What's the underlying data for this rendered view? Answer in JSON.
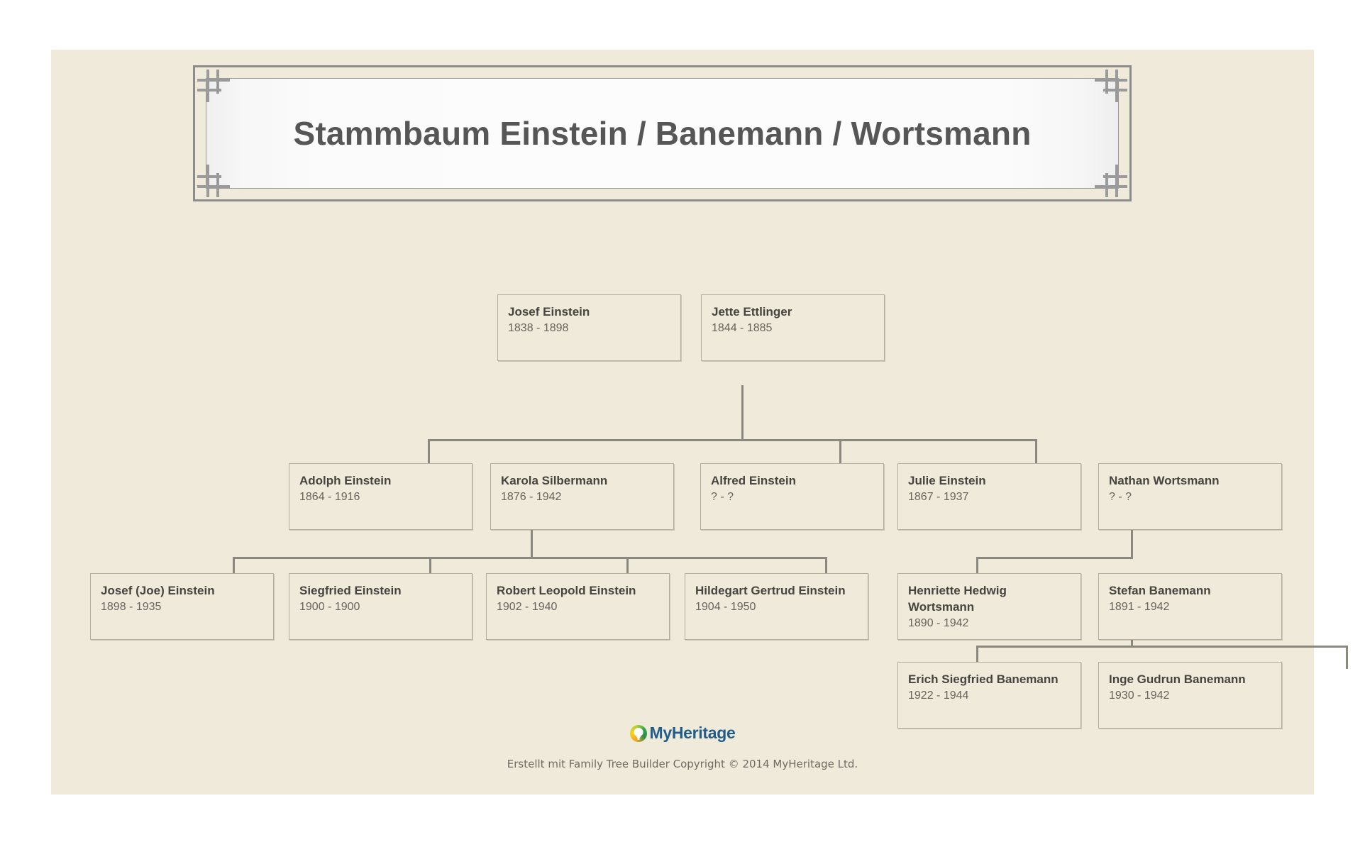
{
  "document": {
    "title": "Stammbaum Einstein / Banemann / Wortsmann",
    "background_color": "#f0eadb",
    "box_border_color": "#b3ad9d",
    "line_color": "#8b897f"
  },
  "banner": {
    "title": "Stammbaum Einstein / Banemann / Wortsmann",
    "ornament_icon": "lattice-corner-icon"
  },
  "tree": {
    "generations": [
      {
        "id": "gen-1",
        "people": [
          {
            "id": "josef-einstein",
            "name": "Josef Einstein",
            "dates": "1838 - 1898"
          },
          {
            "id": "jette-ettlinger",
            "name": "Jette Ettlinger",
            "dates": "1844 - 1885"
          }
        ]
      },
      {
        "id": "gen-2",
        "people": [
          {
            "id": "adolph-einstein",
            "name": "Adolph Einstein",
            "dates": "1864 - 1916"
          },
          {
            "id": "karola-silbermann",
            "name": "Karola Silbermann",
            "dates": "1876 - 1942"
          },
          {
            "id": "alfred-einstein",
            "name": "Alfred Einstein",
            "dates": "? - ?"
          },
          {
            "id": "julie-einstein",
            "name": "Julie Einstein",
            "dates": "1867 - 1937"
          },
          {
            "id": "nathan-wortsmann",
            "name": "Nathan Wortsmann",
            "dates": "? - ?"
          }
        ]
      },
      {
        "id": "gen-3",
        "people": [
          {
            "id": "josef-joe-einstein",
            "name": "Josef (Joe) Einstein",
            "dates": "1898 - 1935"
          },
          {
            "id": "siegfried-einstein",
            "name": "Siegfried Einstein",
            "dates": "1900 - 1900"
          },
          {
            "id": "robert-leopold-einstein",
            "name": "Robert Leopold Einstein",
            "dates": "1902 - 1940"
          },
          {
            "id": "hildegart-gertrud-einstein",
            "name": "Hildegart Gertrud Einstein",
            "dates": "1904 - 1950"
          },
          {
            "id": "henriette-hedwig-wortsmann",
            "name": "Henriette Hedwig Wortsmann",
            "dates": "1890 - 1942"
          },
          {
            "id": "stefan-banemann",
            "name": "Stefan Banemann",
            "dates": "1891 - 1942"
          }
        ]
      },
      {
        "id": "gen-4",
        "people": [
          {
            "id": "erich-siegfried-banemann",
            "name": "Erich Siegfried Banemann",
            "dates": "1922 - 1944"
          },
          {
            "id": "inge-gudrun-banemann",
            "name": "Inge Gudrun Banemann",
            "dates": "1930 - 1942"
          }
        ]
      }
    ],
    "marriages": [
      {
        "id": "m-josef-jette",
        "spouses": [
          "josef-einstein",
          "jette-ettlinger"
        ]
      },
      {
        "id": "m-adolph-karola",
        "spouses": [
          "adolph-einstein",
          "karola-silbermann"
        ]
      },
      {
        "id": "m-julie-nathan",
        "spouses": [
          "julie-einstein",
          "nathan-wortsmann"
        ]
      },
      {
        "id": "m-henriette-stefan",
        "spouses": [
          "henriette-hedwig-wortsmann",
          "stefan-banemann"
        ]
      }
    ]
  },
  "footer": {
    "brand_name": "MyHeritage",
    "brand_icon": "myheritage-tree-logo-icon",
    "credit": "Erstellt mit Family Tree Builder Copyright © 2014 MyHeritage Ltd."
  }
}
